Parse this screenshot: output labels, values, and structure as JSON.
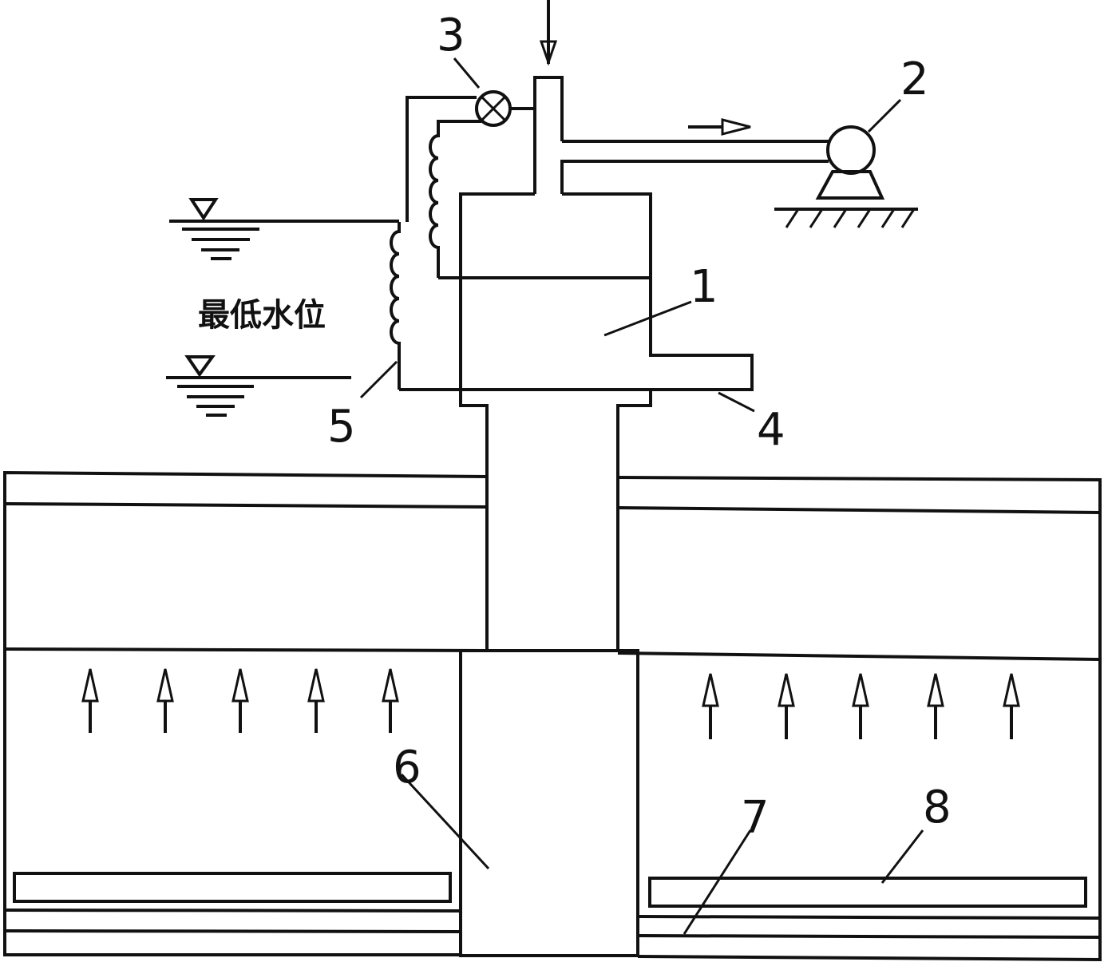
{
  "diagram": {
    "water_level_label": "最低水位",
    "callouts": [
      "1",
      "2",
      "3",
      "4",
      "5",
      "6",
      "7",
      "8"
    ]
  }
}
